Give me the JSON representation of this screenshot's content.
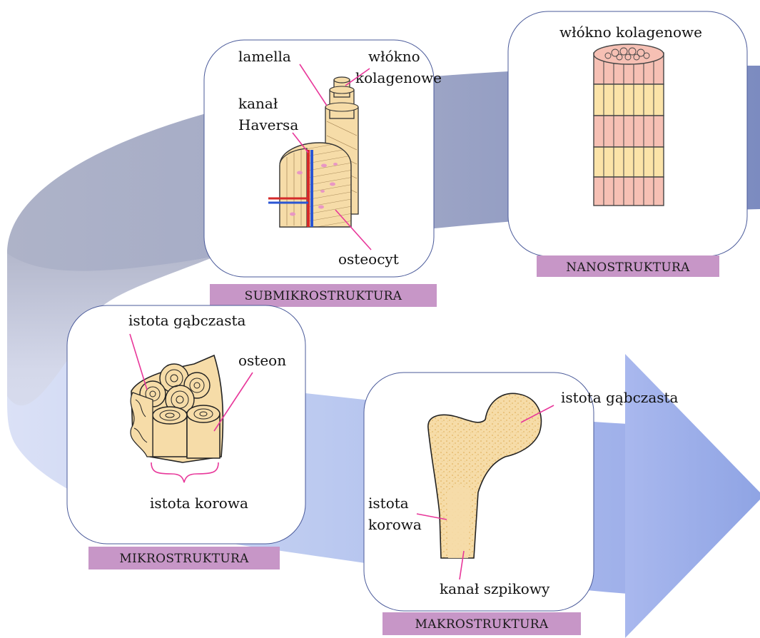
{
  "levels": {
    "nano": {
      "caption": "NANOSTRUKTURA",
      "labels": {
        "fiber": "włókno kolagenowe"
      }
    },
    "submikro": {
      "caption": "SUBMIKROSTRUKTURA",
      "labels": {
        "lamella": "lamella",
        "fiber_1": "włókno",
        "fiber_2": "kolagenowe",
        "haversian_1": "kanał",
        "haversian_2": "Haversa",
        "osteocyte": "osteocyt"
      }
    },
    "mikro": {
      "caption": "MIKROSTRUKTURA",
      "labels": {
        "spongy": "istota gąbczasta",
        "osteon": "osteon",
        "cortical": "istota korowa"
      }
    },
    "makro": {
      "caption": "MAKROSTRUKTURA",
      "labels": {
        "spongy": "istota gąbczasta",
        "cortical_1": "istota",
        "cortical_2": "korowa",
        "marrow": "kanał szpikowy"
      }
    }
  },
  "colors": {
    "caption_bg": "#c796c7",
    "leader_line": "#e8379a",
    "arrow_dark": "#7f8dbd",
    "arrow_light": "#a9b8ea",
    "bone_fill": "#f6dca8",
    "fiber_pink": "#f6c0b4",
    "fiber_yellow": "#fbe3a8",
    "vessel_red": "#d42a2a",
    "vessel_blue": "#2a56d4"
  }
}
